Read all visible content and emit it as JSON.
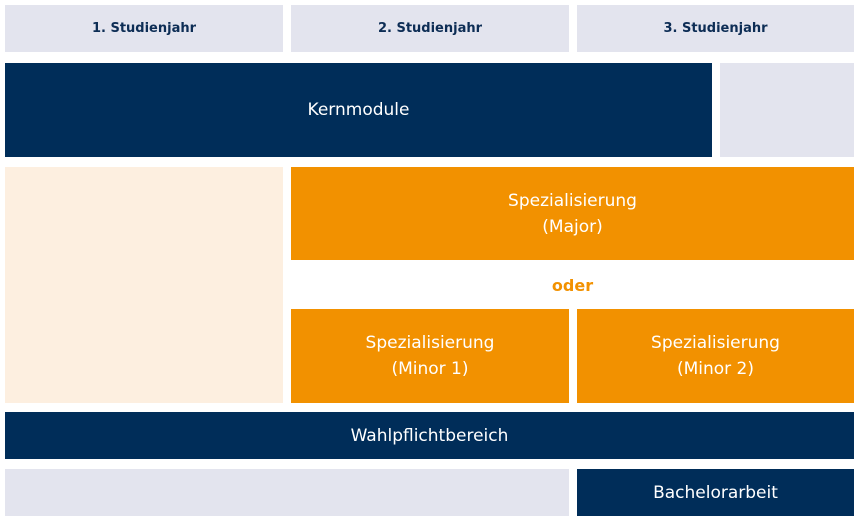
{
  "header": {
    "years": [
      "1. Studienjahr",
      "2. Studienjahr",
      "3. Studienjahr"
    ]
  },
  "blocks": {
    "kernmodule": "Kernmodule",
    "major": {
      "line1": "Spezialisierung",
      "line2": "(Major)"
    },
    "oder": "oder",
    "minor1": {
      "line1": "Spezialisierung",
      "line2": "(Minor 1)"
    },
    "minor2": {
      "line1": "Spezialisierung",
      "line2": "(Minor 2)"
    },
    "wahlpflicht": "Wahlpflichtbereich",
    "bachelorarbeit": "Bachelorarbeit"
  },
  "colors": {
    "navy": "#002d59",
    "orange": "#f29100",
    "light_orange": "#fdefe0",
    "gray": "#e3e4ee"
  }
}
